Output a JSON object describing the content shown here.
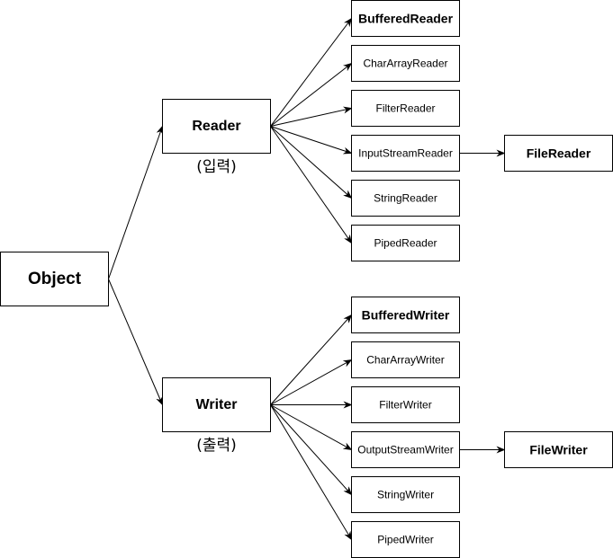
{
  "nodes": {
    "object": "Object",
    "reader": "Reader",
    "writer": "Writer",
    "reader_note": "(입력)",
    "writer_note": "(출력)",
    "readers": [
      "BufferedReader",
      "CharArrayReader",
      "FilterReader",
      "InputStreamReader",
      "StringReader",
      "PipedReader"
    ],
    "writers": [
      "BufferedWriter",
      "CharArrayWriter",
      "FilterWriter",
      "OutputStreamWriter",
      "StringWriter",
      "PipedWriter"
    ],
    "file_reader": "FileReader",
    "file_writer": "FileWriter"
  },
  "edges": [
    [
      "Object",
      "Reader"
    ],
    [
      "Object",
      "Writer"
    ],
    [
      "Reader",
      "BufferedReader"
    ],
    [
      "Reader",
      "CharArrayReader"
    ],
    [
      "Reader",
      "FilterReader"
    ],
    [
      "Reader",
      "InputStreamReader"
    ],
    [
      "Reader",
      "StringReader"
    ],
    [
      "Reader",
      "PipedReader"
    ],
    [
      "Writer",
      "BufferedWriter"
    ],
    [
      "Writer",
      "CharArrayWriter"
    ],
    [
      "Writer",
      "FilterWriter"
    ],
    [
      "Writer",
      "OutputStreamWriter"
    ],
    [
      "Writer",
      "StringWriter"
    ],
    [
      "Writer",
      "PipedWriter"
    ],
    [
      "InputStreamReader",
      "FileReader"
    ],
    [
      "OutputStreamWriter",
      "FileWriter"
    ]
  ],
  "colors": {
    "stroke": "#000000",
    "fill": "#ffffff",
    "text": "#000000"
  }
}
